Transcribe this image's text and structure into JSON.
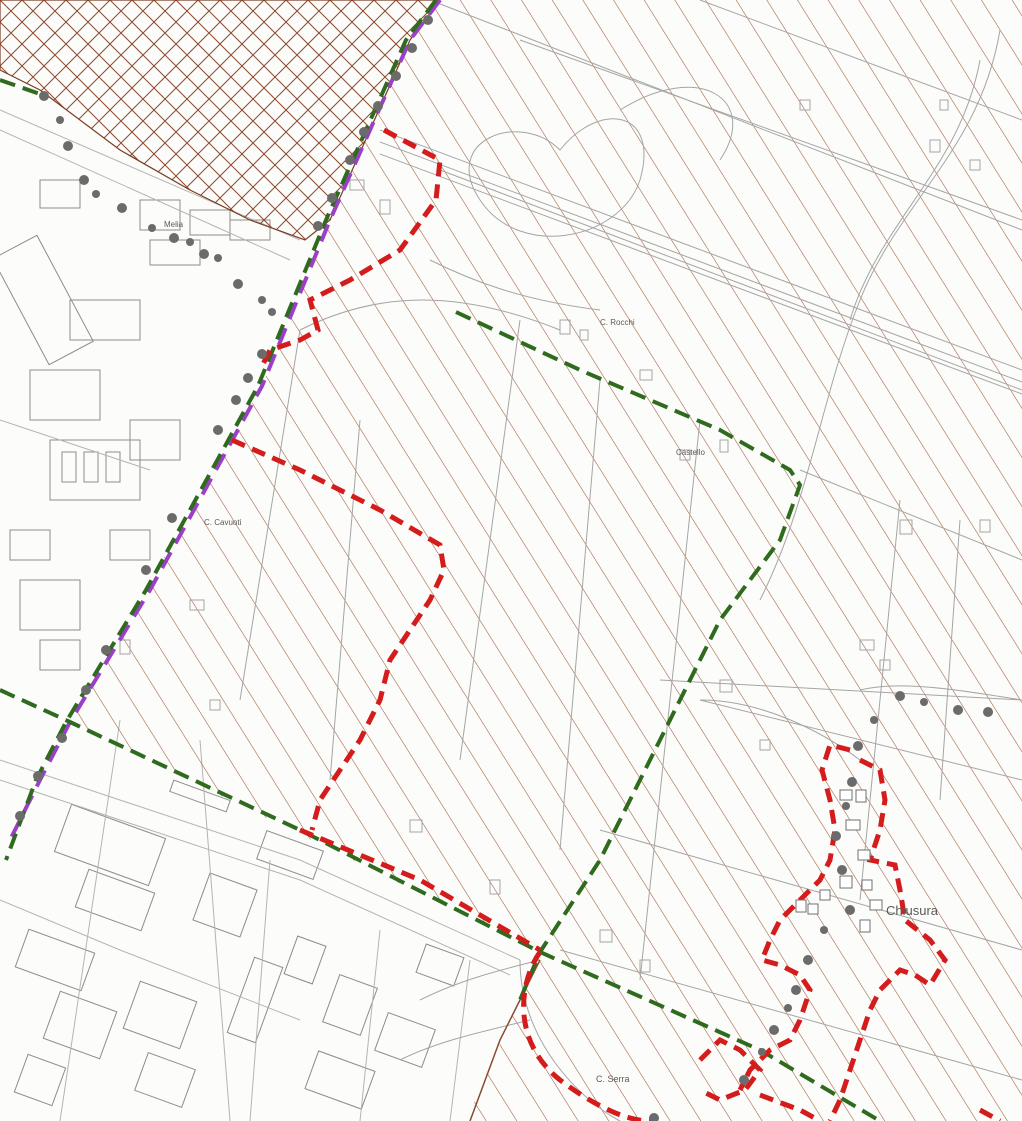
{
  "map": {
    "place_labels": {
      "chiusura": "Chiusura",
      "c_rocchi": "C. Rocchi",
      "c_castello": "Castello",
      "c_cavuoti": "C. Cavuoti",
      "c_serra": "C. Serra",
      "melia": "Melia"
    },
    "legend_colors": {
      "hatch_single": "#9c5a3c",
      "hatch_cross": "#8a4a2e",
      "red_dashed_boundary": "#d41c1c",
      "green_dashed_boundary": "#2f6b1e",
      "purple_dashed_boundary": "#9b3fc8",
      "grey_dotted_line": "#6b6b6b",
      "base_linework": "#9a9a9a"
    }
  }
}
